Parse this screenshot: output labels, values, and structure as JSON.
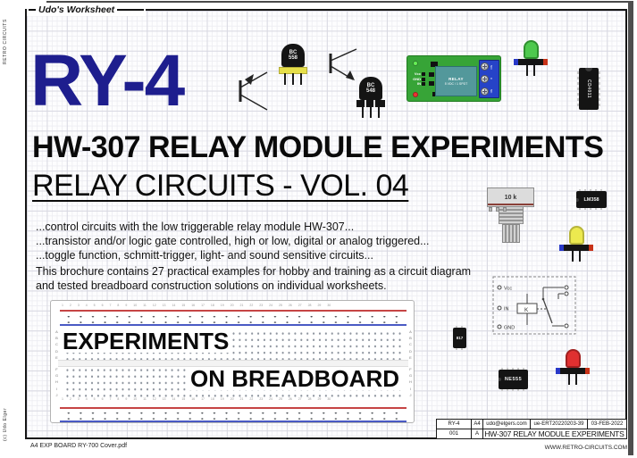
{
  "page": {
    "header_label": "Udo's Worksheet",
    "left_margin_top": "RETRO CIRCUITS",
    "left_margin_bottom": "(c) Udo Elger",
    "footer_file": "A4 EXP BOARD RY-700 Cover.pdf",
    "website": "WWW.RETRO-CIRCUITS.COM"
  },
  "titles": {
    "model": "RY-4",
    "headline": "HW-307 RELAY MODULE EXPERIMENTS",
    "subtitle": "RELAY CIRCUITS - VOL. 04"
  },
  "intro": {
    "lines": [
      "...control circuits with the low triggerable relay module HW-307...",
      "...transistor and/or logic gate controlled, high or low, digital or analog triggered...",
      "...toggle function, schmitt-trigger, light- and sound sensitive circuits..."
    ],
    "paragraph": "This brochure contains 27 practical examples for hobby and training as a circuit diagram\nand tested breadboard construction solutions on individual worksheets."
  },
  "breadboard": {
    "overlay_line1": "EXPERIMENTS",
    "overlay_line2": "ON BREADBOARD",
    "row_letters_top": "A\nB\nC\nD\nE",
    "row_letters_bottom": "F\nG\nH\nI\nJ",
    "column_numbers": "1 2 3 4 5 6 7 8 9 10 11 12 13 14 15 16 17 18 19 20 21 22 23 24 25 26 27 28 29 30"
  },
  "components": {
    "transistor_a": {
      "label": "BC\n558"
    },
    "transistor_b": {
      "label": "BC\n548"
    },
    "relay_module": {
      "pin_labels": [
        "Vcc",
        "GND",
        "IN"
      ],
      "relay_text_line1": "RELAY",
      "relay_text_line2": "5 VDC / 1 SPDT",
      "terminal_labels": [
        "NO",
        "C",
        "NC"
      ]
    },
    "ic_cd4011": "CD4011",
    "ic_lm358": "LM358",
    "ic_ne555": "NE555",
    "ic_opto": "817",
    "potentiometer": "10 k",
    "schematic": {
      "t1": "Vcc",
      "t2": "IN",
      "t3": "GND",
      "coil": "K"
    }
  },
  "title_block": {
    "row1": [
      "RY-4",
      "A4",
      "udo@elgers.com",
      "ue-ERT20220203-39",
      "03-FEB-2022"
    ],
    "row2": [
      "001",
      "A",
      "HW-307 RELAY MODULE EXPERIMENTS"
    ]
  },
  "colors": {
    "accent_navy": "#1e1e8e",
    "pcb_green": "#37a437",
    "rail_red": "#c64545",
    "rail_blue": "#4a5ac4"
  }
}
